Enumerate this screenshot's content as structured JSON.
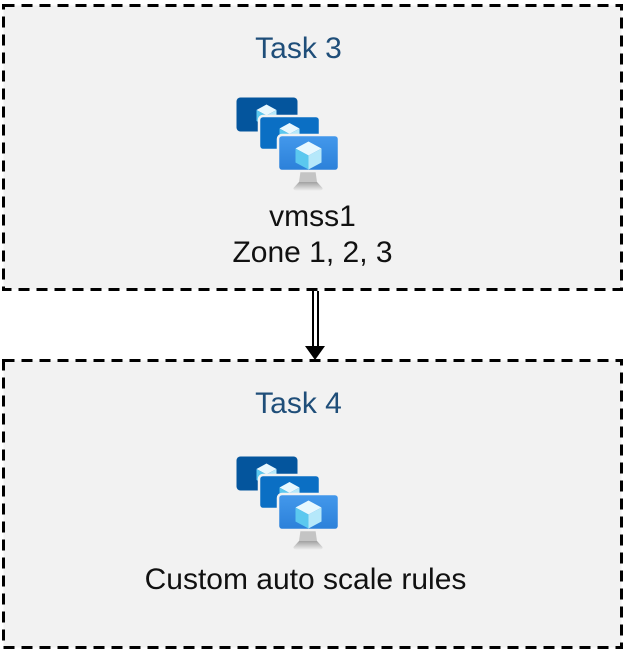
{
  "colors": {
    "page_background": "#ffffff",
    "box_fill": "#f2f2f2",
    "box_border": "#000000",
    "heading_text": "#1f4e79",
    "body_text": "#111111",
    "arrow": "#000000",
    "icon_monitor_back": "#04559d",
    "icon_monitor_middle": "#0b6fc4",
    "icon_monitor_front_top": "#4499ec",
    "icon_monitor_front_bottom": "#2b80d9",
    "icon_cube_top": "#e8f8fe",
    "icon_cube_left": "#5bc8ef",
    "icon_cube_right": "#b5e8fa"
  },
  "tasks": [
    {
      "title": "Task 3",
      "icon": "vm-scale-set-icon",
      "lines": [
        "vmss1",
        "Zone 1, 2, 3"
      ]
    },
    {
      "title": "Task 4",
      "icon": "vm-scale-set-icon",
      "lines": [
        "Custom auto scale rules"
      ]
    }
  ],
  "connector": {
    "from": "Task 3",
    "to": "Task 4",
    "style": "double-line",
    "direction": "down"
  }
}
